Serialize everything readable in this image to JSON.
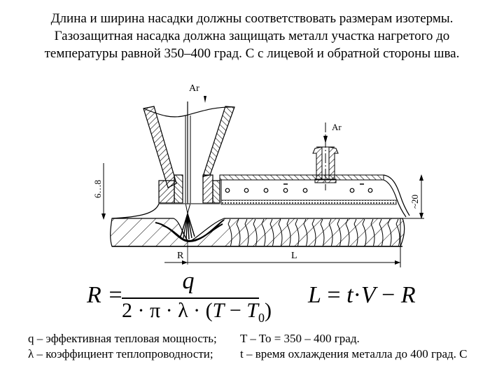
{
  "title": {
    "lines": [
      "Длина и ширина насадки должны соответствовать размерам изотермы.",
      "Газозащитная насадка должна защищать металл участка нагретого до",
      "температуры равной 350–400 град. С с лицевой и обратной стороны шва."
    ]
  },
  "diagram": {
    "labels": {
      "gas_top": "Ar",
      "gas_side": "Ar",
      "dim_height": "6…8",
      "dim_right": "~20",
      "dim_R": "R",
      "dim_L": "L"
    }
  },
  "formulas": {
    "R": {
      "lhs": "R =",
      "numerator": "q",
      "denominator_prefix": "2 · π · λ · (",
      "denominator_T": "T",
      "denominator_minus": " − ",
      "denominator_T0": "T",
      "denominator_T0_sub": "0",
      "denominator_suffix": ")"
    },
    "L": {
      "L": "L",
      "eq": " = ",
      "t": "t",
      "dot": "·",
      "V": "V",
      "minus": " − ",
      "R": "R"
    }
  },
  "legend": {
    "left": [
      "q – эффективная тепловая мощность;",
      "λ – коэффициент теплопроводности;"
    ],
    "right": [
      "T – To = 350 – 400 град.",
      "t – время охлаждения металла до 400 град. С"
    ]
  }
}
